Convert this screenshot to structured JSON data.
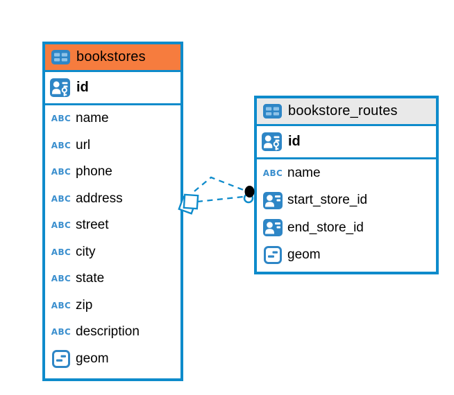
{
  "diagram": {
    "colors": {
      "accent_blue": "#0E8BCB",
      "bookstores_header": "#F67C3E",
      "routes_header": "#E9E9E9",
      "connector_dot": "#000000"
    },
    "icons": {
      "text_type_label": "ABC"
    },
    "connection": {
      "from_table": "bookstore_routes",
      "from_columns": [
        "start_store_id",
        "end_store_id"
      ],
      "to_table": "bookstores",
      "to_column": "id",
      "style": "dashed"
    },
    "tables": [
      {
        "name": "bookstores",
        "columns": [
          {
            "name": "id",
            "type": "primary-key"
          },
          {
            "name": "name",
            "type": "text"
          },
          {
            "name": "url",
            "type": "text"
          },
          {
            "name": "phone",
            "type": "text"
          },
          {
            "name": "address",
            "type": "text"
          },
          {
            "name": "street",
            "type": "text"
          },
          {
            "name": "city",
            "type": "text"
          },
          {
            "name": "state",
            "type": "text"
          },
          {
            "name": "zip",
            "type": "text"
          },
          {
            "name": "description",
            "type": "text"
          },
          {
            "name": "geom",
            "type": "geometry"
          }
        ]
      },
      {
        "name": "bookstore_routes",
        "columns": [
          {
            "name": "id",
            "type": "primary-key"
          },
          {
            "name": "name",
            "type": "text"
          },
          {
            "name": "start_store_id",
            "type": "foreign-key"
          },
          {
            "name": "end_store_id",
            "type": "foreign-key"
          },
          {
            "name": "geom",
            "type": "geometry"
          }
        ]
      }
    ]
  }
}
